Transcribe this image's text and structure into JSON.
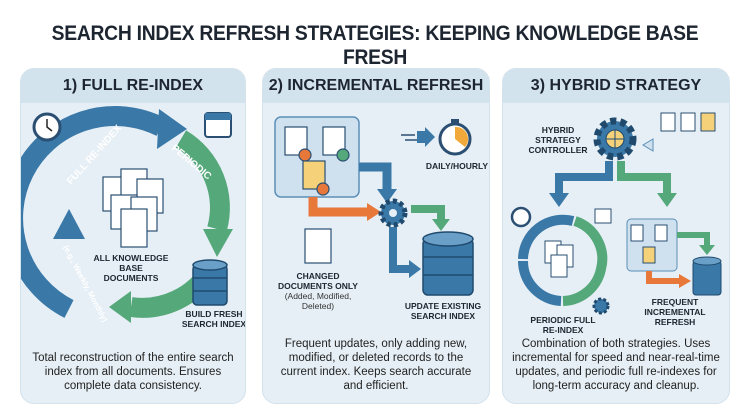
{
  "title": "SEARCH INDEX REFRESH STRATEGIES: KEEPING KNOWLEDGE BASE FRESH",
  "colors": {
    "blue": "#3a78a8",
    "green": "#55a87a",
    "orange": "#e8773a",
    "panel": "#e6eff5",
    "header": "#d3e3ee"
  },
  "panels": [
    {
      "heading": "1) FULL RE-INDEX",
      "arc_full": "FULL RE-INDEX",
      "arc_periodic": "PERIODIC",
      "arc_example": "(e.g., Weekly, Monthly)",
      "docs_label": "ALL KNOWLEDGE BASE DOCUMENTS",
      "index_label": "BUILD FRESH SEARCH INDEX",
      "description": "Total reconstruction of the entire search index from all documents. Ensures complete data consistency.",
      "icons": [
        "clock-icon",
        "calendar-icon",
        "documents-icon",
        "database-icon"
      ]
    },
    {
      "heading": "2) INCREMENTAL REFRESH",
      "schedule_label": "DAILY/HOURLY",
      "changed_label": "CHANGED DOCUMENTS ONLY",
      "changed_sub": "(Added, Modified, Deleted)",
      "index_label": "UPDATE EXISTING SEARCH INDEX",
      "description": "Frequent updates, only adding new, modified, or deleted records to the current index. Keeps search accurate and efficient.",
      "icons": [
        "stopwatch-icon",
        "gear-icon",
        "document-icon",
        "database-icon"
      ]
    },
    {
      "heading": "3) HYBRID STRATEGY",
      "controller_label": "HYBRID STRATEGY CONTROLLER",
      "periodic_label": "PERIODIC FULL RE-INDEX",
      "frequent_label": "FREQUENT INCREMENTAL REFRESH",
      "description": "Combination of both strategies. Uses incremental for speed and near-real-time updates, and periodic full re-indexes for long-term accuracy and cleanup.",
      "icons": [
        "gear-icon",
        "clock-icon",
        "calendar-icon",
        "database-icon"
      ]
    }
  ]
}
